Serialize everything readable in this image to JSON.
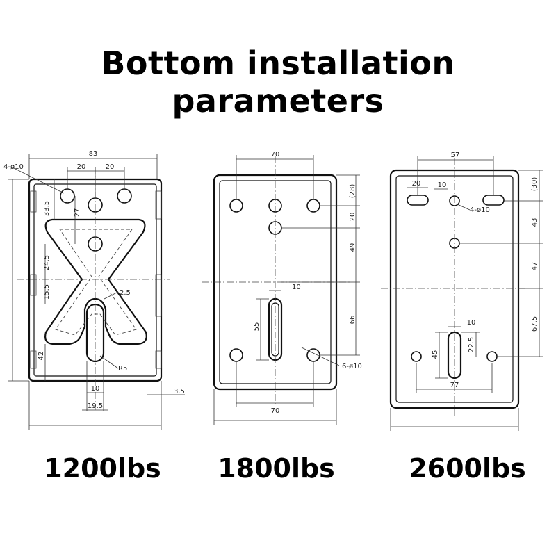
{
  "title": "Bottom installation parameters",
  "plates": [
    {
      "capacity": "1200lbs",
      "dims": {
        "width": "83",
        "hole_spacing_a": "20",
        "hole_spacing_b": "20",
        "holes": "4-ø10",
        "d_33_5": "33.5",
        "d_27": "27",
        "d_24_5": "24.5",
        "d_15_5": "15.5",
        "d_42": "42",
        "d_2_5": "2.5",
        "radius": "R5",
        "slot_width": "10",
        "bottom_offset": "19.5",
        "thickness": "3.5"
      }
    },
    {
      "capacity": "1800lbs",
      "dims": {
        "top_spacing": "70",
        "bottom_spacing": "70",
        "d_28": "(28)",
        "d_20": "20",
        "d_49": "49",
        "d_66": "66",
        "slot_length": "55",
        "slot_width": "10",
        "holes": "6-ø10"
      }
    },
    {
      "capacity": "2600lbs",
      "dims": {
        "top_spacing": "57",
        "slot_offset": "20",
        "slot_width_top": "10",
        "holes": "4-ø10",
        "d_30": "(30)",
        "d_43": "43",
        "d_47": "47",
        "d_67_5": "67.5",
        "slot_width": "10",
        "slot_length": "45",
        "slot_offset_b": "22.5",
        "bottom_spacing": "77"
      }
    }
  ]
}
